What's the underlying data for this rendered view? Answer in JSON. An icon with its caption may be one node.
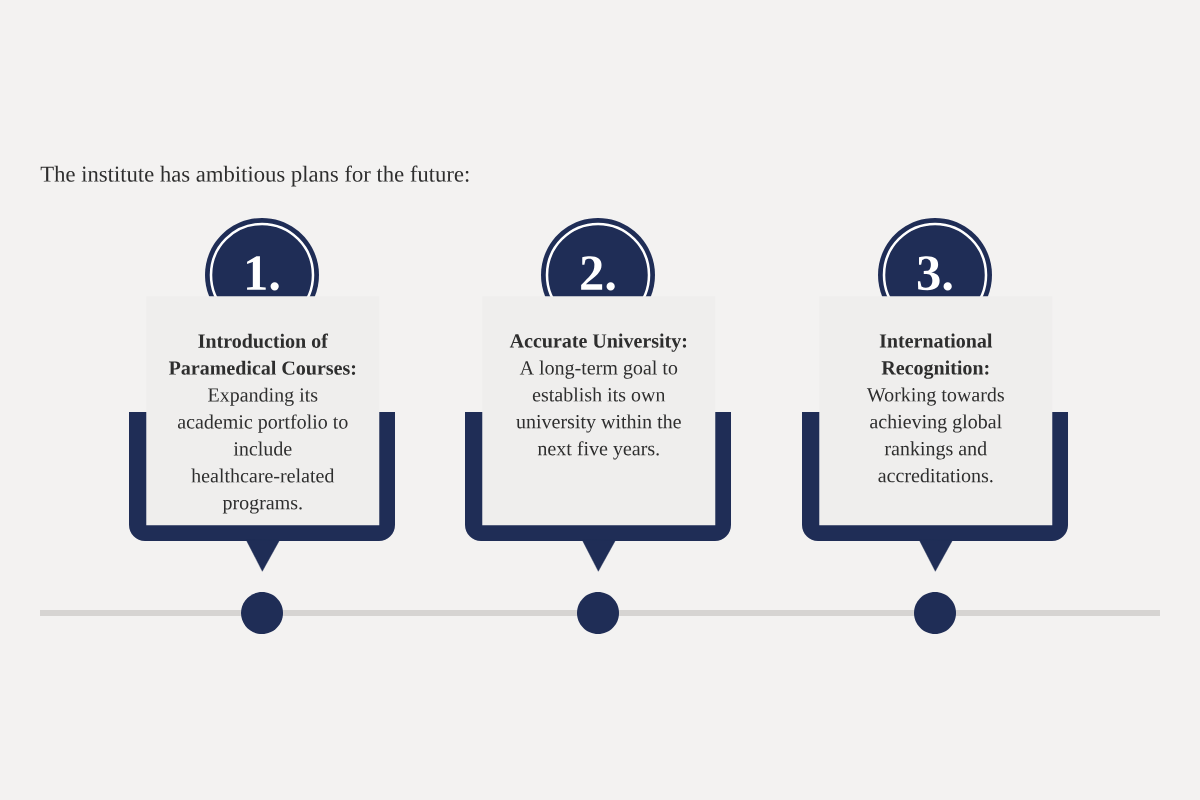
{
  "diagram": {
    "title": "The institute has ambitious plans for the future:",
    "nodes": [
      {
        "text": [
          "1."
        ]
      },
      {
        "text": [
          "Introduction of Paramedical Courses:",
          "Expanding its academic portfolio to include healthcare-related programs."
        ]
      },
      {
        "text": [],
        "shape": "circle"
      },
      {
        "text": [
          "2."
        ]
      },
      {
        "text": [
          "Accurate University:",
          "A long-term goal to establish its own university within the next five years."
        ]
      },
      {
        "text": [],
        "shape": "circle"
      },
      {
        "text": [
          "3."
        ]
      },
      {
        "text": [
          "International Recognition:",
          "Working towards achieving global rankings and accreditations."
        ]
      },
      {
        "text": [],
        "shape": "circle"
      }
    ],
    "edges": [
      {
        "from": 1,
        "to": 2,
        "arrow": "to"
      },
      {
        "from": 4,
        "to": 5,
        "arrow": "to"
      },
      {
        "from": 7,
        "to": 8,
        "arrow": "to"
      }
    ]
  }
}
